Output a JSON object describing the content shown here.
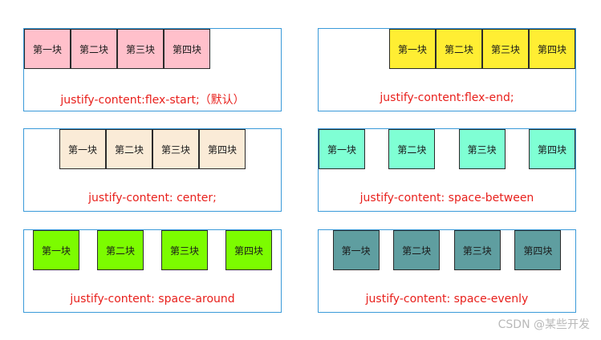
{
  "box_labels": [
    "第一块",
    "第二块",
    "第三块",
    "第四块"
  ],
  "panels": [
    {
      "caption": "justify-content:flex-start;（默认）",
      "box_color": "#ffc0cb"
    },
    {
      "caption": "justify-content:flex-end;",
      "box_color": "#ffee33"
    },
    {
      "caption": "justify-content: center;",
      "box_color": "#faebd7"
    },
    {
      "caption": "justify-content: space-between",
      "box_color": "#7fffd4"
    },
    {
      "caption": "justify-content: space-around",
      "box_color": "#7cfc00"
    },
    {
      "caption": "justify-content: space-evenly",
      "box_color": "#5f9ea0"
    }
  ],
  "watermark": "CSDN @某些开发",
  "colors": {
    "panel_border": "#3a9ad9",
    "caption_text": "#e8201c"
  }
}
